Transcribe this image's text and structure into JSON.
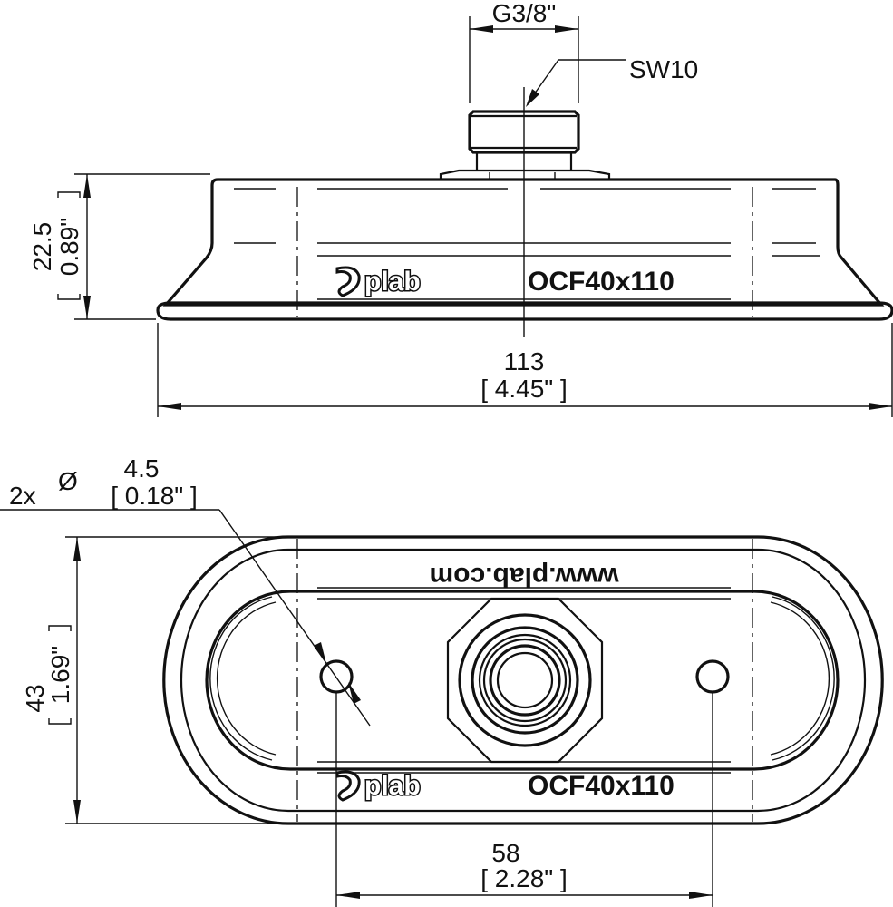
{
  "drawing": {
    "title": "Vacuum cup technical drawing",
    "colors": {
      "line": "#111111",
      "background": "#ffffff"
    }
  },
  "side_view": {
    "thread_label": "G3/8\"",
    "wrench_label": "SW10",
    "height_mm": "22.5",
    "height_in": "0.89\"",
    "width_mm": "113",
    "width_in": "[ 4.45\" ]",
    "brand": "plab",
    "model": "OCF40x110"
  },
  "top_view": {
    "hole_count": "2x",
    "diameter_symbol": "Ø",
    "hole_diameter_mm": "4.5",
    "hole_diameter_in": "[ 0.18\" ]",
    "height_mm": "43",
    "height_in": "1.69\"",
    "hole_spacing_mm": "58",
    "hole_spacing_in": "[ 2.28\" ]",
    "url_text": "www.plab.com",
    "brand": "plab",
    "model": "OCF40x110"
  }
}
